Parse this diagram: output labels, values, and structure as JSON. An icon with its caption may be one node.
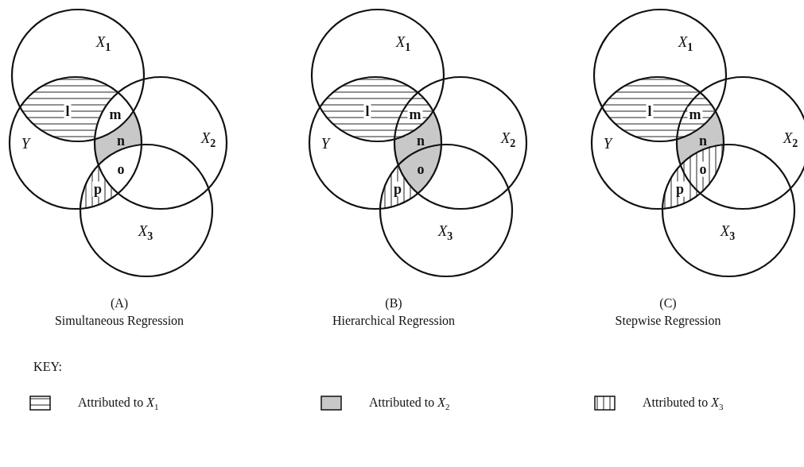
{
  "diagram": {
    "nodes": [
      {
        "text": [
          "X$_{1}$"
        ]
      },
      {
        "text": [
          "Y"
        ]
      },
      {
        "text": [
          "X$_{2}$"
        ]
      },
      {
        "text": [
          "X$_{3}$"
        ]
      },
      {
        "text": [
          "X$_{1}$"
        ]
      },
      {
        "text": [
          "Y"
        ]
      },
      {
        "text": [
          "X$_{2}$"
        ]
      },
      {
        "text": [
          "X$_{3}$"
        ]
      },
      {
        "text": [
          "X$_{1}$"
        ]
      },
      {
        "text": [
          "Y"
        ]
      },
      {
        "text": [
          "X$_{2}$"
        ]
      },
      {
        "text": [
          "X$_{3}$"
        ]
      }
    ],
    "labels": [
      "l",
      "m",
      "n",
      "o",
      "p",
      "l",
      "m",
      "n",
      "o",
      "p",
      "l",
      "m",
      "n",
      "o",
      "p",
      "(A)",
      "(B)",
      "(C)",
      "Simultaneous Regression",
      "Hierarchical Regression",
      "Stepwise Regression",
      "KEY:"
    ],
    "legend": [
      {
        "text": "Attributed to *X*$_{1}$"
      },
      {
        "text": "Attributed to *X*$_{2}$",
        "color": "#c8c8c8"
      },
      {
        "text": "Attributed to *X*$_{3}$"
      }
    ]
  }
}
